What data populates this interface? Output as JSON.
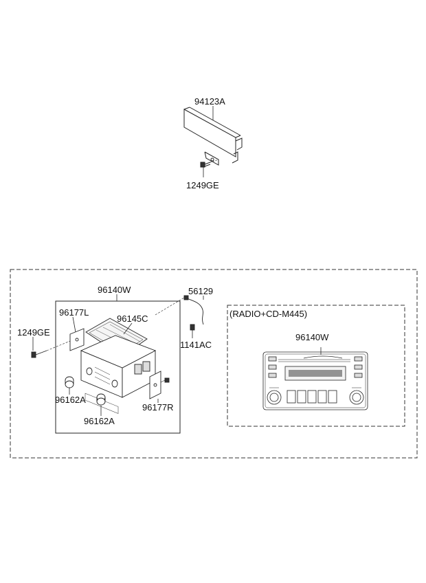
{
  "upper_assembly": {
    "parts": {
      "p94123A": "94123A",
      "p1249GE_top": "1249GE"
    }
  },
  "lower_assembly": {
    "parts": {
      "p96140W": "96140W",
      "p56129": "56129",
      "p96177L": "96177L",
      "p96145C": "96145C",
      "p1249GE": "1249GE",
      "p1141AC": "1141AC",
      "p96162A_1": "96162A",
      "p96177R": "96177R",
      "p96162A_2": "96162A"
    }
  },
  "variant_panel": {
    "title": "(RADIO+CD-M445)",
    "part": "96140W"
  }
}
